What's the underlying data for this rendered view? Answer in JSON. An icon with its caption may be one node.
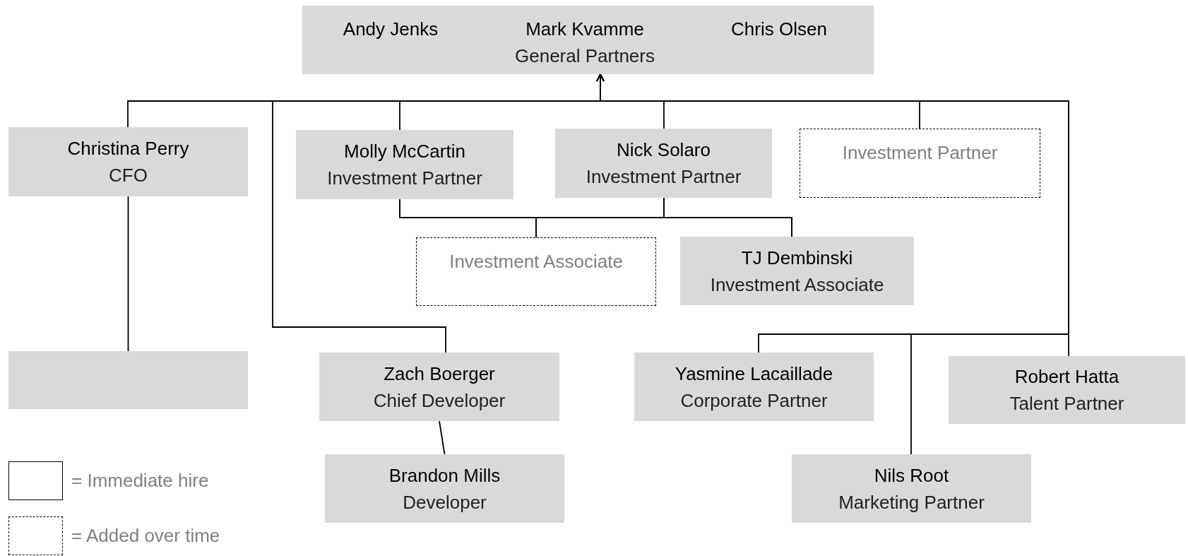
{
  "diagram": {
    "nodes": [
      {
        "text": [
          "Andy Jenks",
          "Mark Kvamme",
          "Chris Olsen",
          "General Partners"
        ]
      },
      {
        "text": [
          "Christina Perry",
          "CFO"
        ]
      },
      {
        "text": [
          "Molly McCartin",
          "Investment Partner"
        ]
      },
      {
        "text": [
          "Nick Solaro",
          "Investment Partner"
        ]
      },
      {
        "text": [
          "Investment Partner"
        ]
      },
      {
        "text": [
          "Investment Associate"
        ]
      },
      {
        "text": [
          "TJ Dembinski",
          "Investment Associate"
        ]
      },
      {
        "text": [],
        "shape": "box"
      },
      {
        "text": [
          "Zach Boerger",
          "Chief Developer"
        ]
      },
      {
        "text": [
          "Yasmine Lacaillade",
          "Corporate Partner"
        ]
      },
      {
        "text": [
          "Robert Hatta",
          "Talent Partner"
        ]
      },
      {
        "text": [
          "Brandon Mills",
          "Developer"
        ]
      },
      {
        "text": [
          "Nils Root",
          "Marketing Partner"
        ]
      }
    ],
    "edges": [
      {
        "from": 1,
        "to": 0,
        "arrow": "to"
      },
      {
        "from": 2,
        "to": 0,
        "arrow": "to"
      },
      {
        "from": 3,
        "to": 0,
        "arrow": "to"
      },
      {
        "from": 4,
        "to": 0,
        "arrow": "to"
      },
      {
        "from": 8,
        "to": 0,
        "arrow": "to"
      },
      {
        "from": 10,
        "to": 0,
        "arrow": "to"
      },
      {
        "from": 9,
        "to": 0,
        "arrow": "to"
      },
      {
        "from": 12,
        "to": 0,
        "arrow": "to"
      },
      {
        "from": 2,
        "to": 5,
        "arrow": "none"
      },
      {
        "from": 2,
        "to": 6,
        "arrow": "none"
      },
      {
        "from": 3,
        "to": 5,
        "arrow": "none"
      },
      {
        "from": 3,
        "to": 6,
        "arrow": "none"
      },
      {
        "from": 1,
        "to": 7,
        "arrow": "none"
      },
      {
        "from": 8,
        "to": 11,
        "arrow": "none"
      }
    ],
    "legend": [
      {
        "text": "= Immediate hire"
      },
      {
        "text": "= Added over time"
      }
    ]
  }
}
